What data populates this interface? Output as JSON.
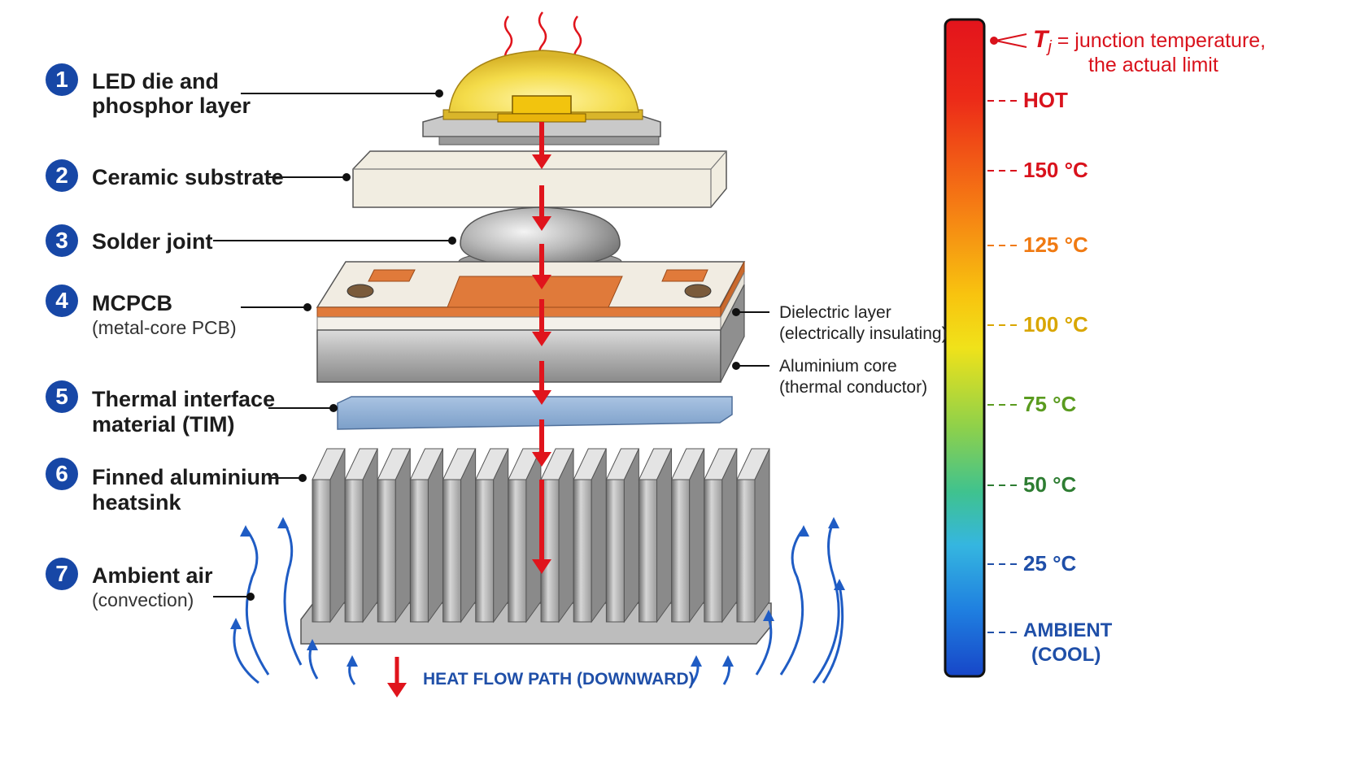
{
  "layers": [
    {
      "number": "1",
      "title_line1": "LED die and",
      "title_line2": "phosphor layer",
      "subtitle": ""
    },
    {
      "number": "2",
      "title_line1": "Ceramic substrate",
      "title_line2": "",
      "subtitle": ""
    },
    {
      "number": "3",
      "title_line1": "Solder joint",
      "title_line2": "",
      "subtitle": ""
    },
    {
      "number": "4",
      "title_line1": "MCPCB",
      "title_line2": "",
      "subtitle": "(metal-core PCB)"
    },
    {
      "number": "5",
      "title_line1": "Thermal interface",
      "title_line2": "material (TIM)",
      "subtitle": ""
    },
    {
      "number": "6",
      "title_line1": "Finned aluminium",
      "title_line2": "heatsink",
      "subtitle": ""
    },
    {
      "number": "7",
      "title_line1": "Ambient air",
      "title_line2": "",
      "subtitle": "(convection)"
    }
  ],
  "side_notes": {
    "dielectric_line1": "Dielectric layer",
    "dielectric_line2": "(electrically insulating)",
    "aluminium_line1": "Aluminium core",
    "aluminium_line2": "(thermal conductor)"
  },
  "heat_flow_label": "HEAT FLOW PATH (DOWNWARD)",
  "temperature_scale": {
    "tj_symbol": "T",
    "tj_subscript": "j",
    "tj_line1": "= junction temperature,",
    "tj_line2": "the actual limit",
    "ticks": [
      {
        "label": "HOT",
        "color": "#d9121c"
      },
      {
        "label": "150 °C",
        "color": "#d9121c"
      },
      {
        "label": "125 °C",
        "color": "#f07a12"
      },
      {
        "label": "100 °C",
        "color": "#d9a600"
      },
      {
        "label": "75 °C",
        "color": "#5a9b1f"
      },
      {
        "label": "50 °C",
        "color": "#2e7d32"
      },
      {
        "label": "25 °C",
        "color": "#1f4fa8"
      },
      {
        "label": "AMBIENT",
        "color": "#1f4fa8"
      },
      {
        "label": "(COOL)",
        "color": "#1f4fa8"
      }
    ]
  },
  "colors": {
    "badge": "#1747a6",
    "arrow": "#e0141c",
    "airflow": "#1f5cc4",
    "copper": "#e07a3a",
    "tim": "#8fb0d6"
  }
}
